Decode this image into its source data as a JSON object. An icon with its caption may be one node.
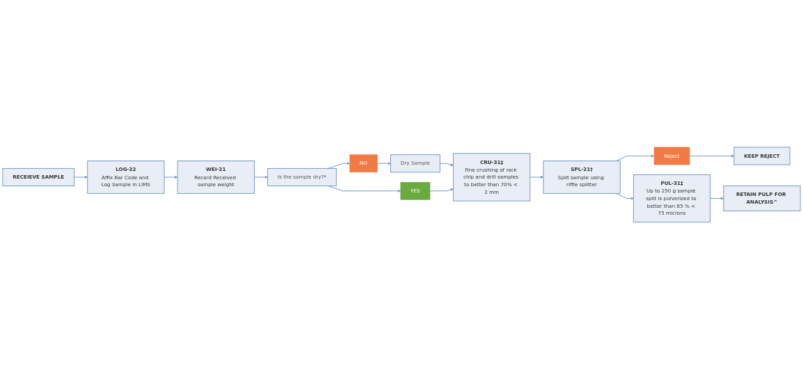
{
  "diagram": {
    "nodes": [
      {
        "text": [
          "RECEIEVE SAMPLE"
        ]
      },
      {
        "text": [
          "LOG-22",
          "Affix Bar Code and Log Sample in LIMS"
        ]
      },
      {
        "text": [
          "WEI-21",
          "Record Received sample weight"
        ]
      },
      {
        "text": [
          "Is the sample dry?*"
        ]
      },
      {
        "text": [
          "NO"
        ]
      },
      {
        "text": [
          "YES"
        ]
      },
      {
        "text": [
          "Dry Sample"
        ]
      },
      {
        "text": [
          "CRU-31‡",
          "Fine crushing of rock chip and drill samples to better than 70% < 2 mm"
        ]
      },
      {
        "text": [
          "SPL-21†",
          "Split sample using riffle splitter"
        ]
      },
      {
        "text": [
          "PUL-31‡",
          "Up to 250 g sample split is pulverized to better than 85 % < 75 microns"
        ]
      },
      {
        "text": [
          "RETAIN PULP FOR ANALYSIS^"
        ]
      },
      {
        "text": [
          "Reject"
        ]
      },
      {
        "text": [
          "KEEP REJECT"
        ]
      }
    ],
    "edges": [
      {
        "from": 0,
        "to": 1,
        "arrow": "to"
      },
      {
        "from": 1,
        "to": 2,
        "arrow": "to"
      },
      {
        "from": 2,
        "to": 3,
        "arrow": "to"
      },
      {
        "from": 3,
        "to": 4,
        "arrow": "to"
      },
      {
        "from": 3,
        "to": 5,
        "arrow": "to"
      },
      {
        "from": 4,
        "to": 6,
        "arrow": "to"
      },
      {
        "from": 6,
        "to": 7,
        "arrow": "to"
      },
      {
        "from": 5,
        "to": 7,
        "arrow": "to"
      },
      {
        "from": 7,
        "to": 8,
        "arrow": "to"
      },
      {
        "from": 8,
        "to": 11,
        "arrow": "to"
      },
      {
        "from": 8,
        "to": 9,
        "arrow": "to"
      },
      {
        "from": 9,
        "to": 10,
        "arrow": "to"
      },
      {
        "from": 11,
        "to": 12,
        "arrow": "to"
      }
    ]
  }
}
